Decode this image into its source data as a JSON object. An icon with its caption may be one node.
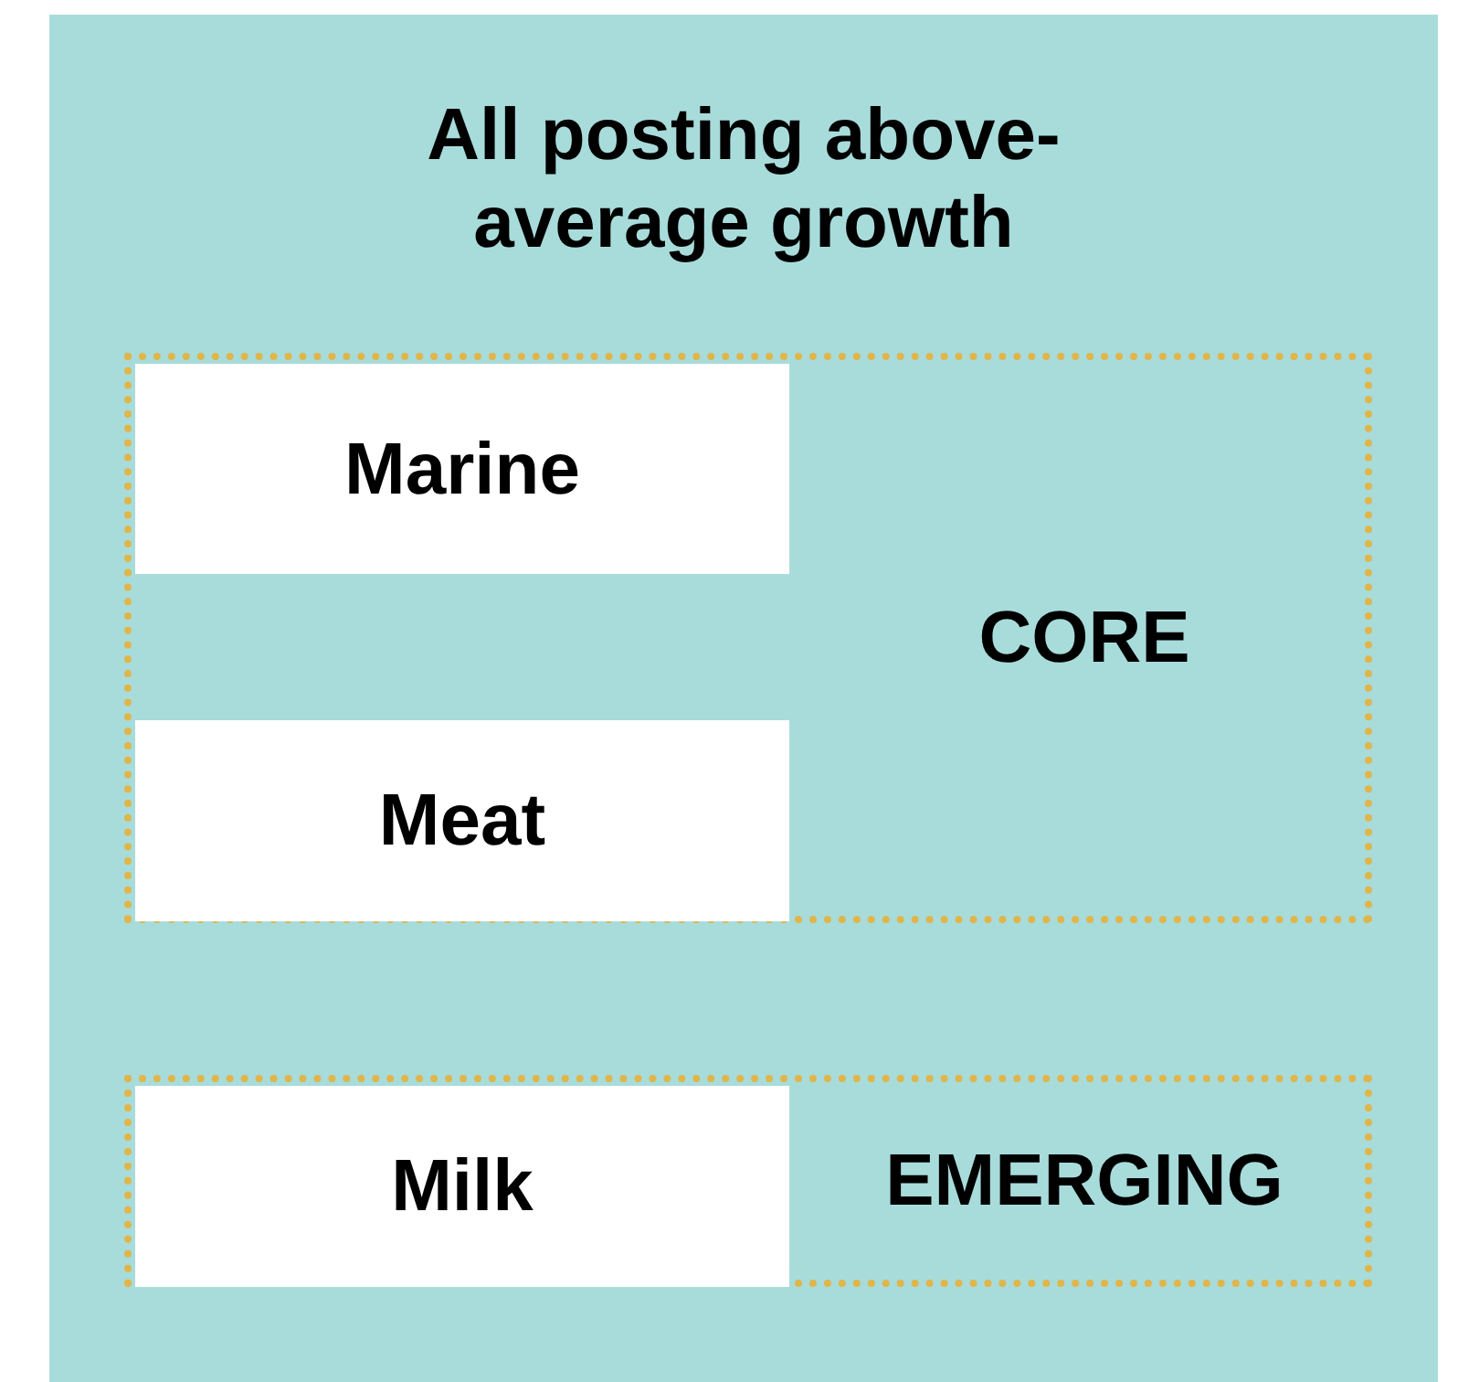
{
  "diagram": {
    "title": "All posting above-average growth",
    "nodes": [
      {
        "text": [
          "CORE"
        ]
      },
      {
        "text": [
          "Marine"
        ],
        "in": 0
      },
      {
        "text": [
          "Meat"
        ],
        "in": 0
      },
      {
        "text": [
          "EMERGING"
        ]
      },
      {
        "text": [
          "Milk"
        ],
        "in": 3
      }
    ]
  }
}
